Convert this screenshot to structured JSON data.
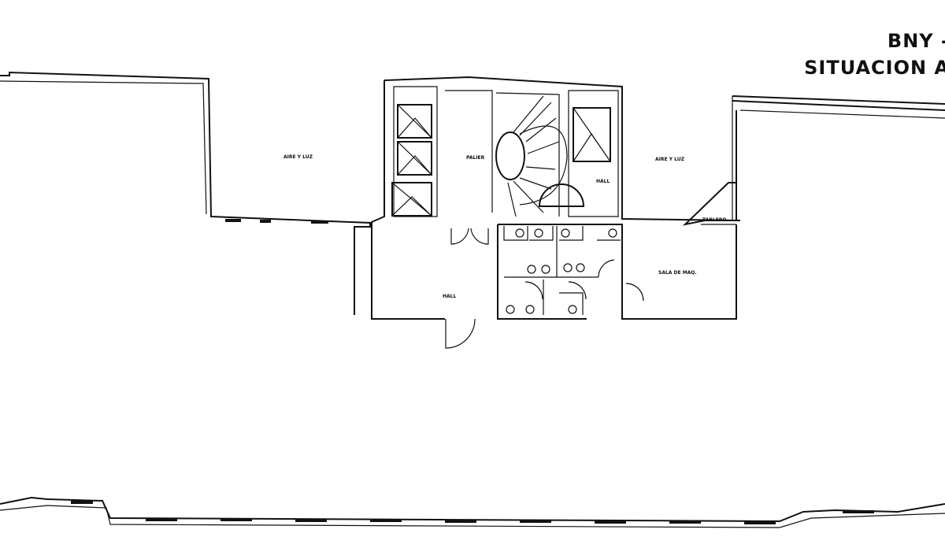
{
  "title": {
    "line1": "BNY - ",
    "line2": "SITUACION A"
  },
  "rooms": {
    "aire_luz_left": "AIRE Y LUZ",
    "aire_luz_right": "AIRE Y LUZ",
    "palier": "PALIER",
    "hall_upper": "HALL",
    "hall_lower": "HALL",
    "sala_maq": "SALA DE MAQ.",
    "tablero": "TABLERO"
  },
  "colors": {
    "line": "#111111",
    "background": "#ffffff"
  }
}
